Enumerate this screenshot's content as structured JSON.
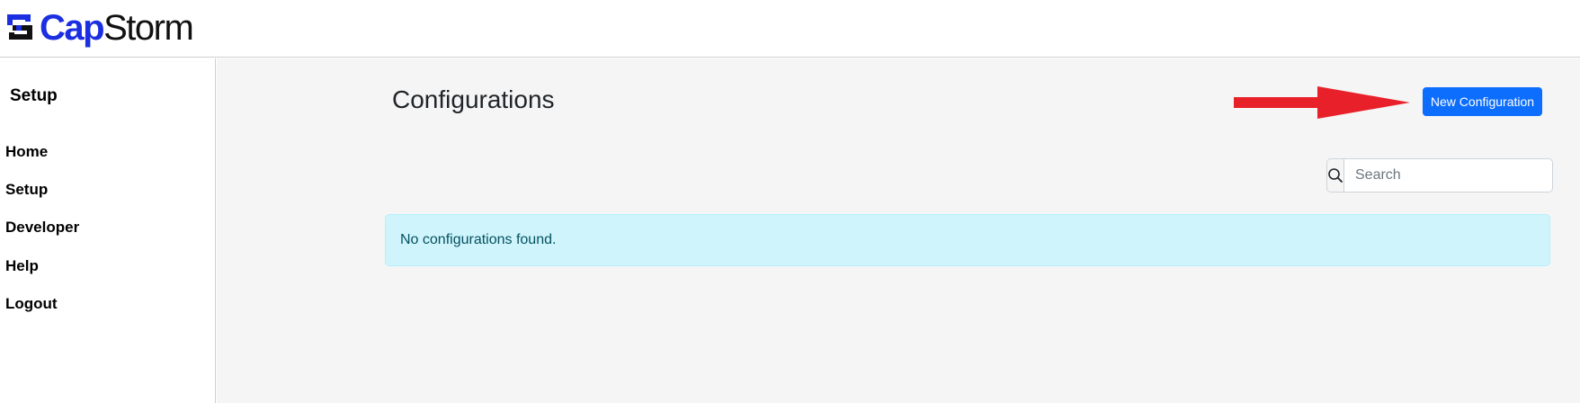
{
  "header": {
    "logo": {
      "icon": "capstorm-logo-mark",
      "text_bold": "Cap",
      "text_regular": "Storm",
      "brand_color": "#1b2fe0"
    }
  },
  "sidebar": {
    "title": "Setup",
    "items": [
      {
        "label": "Home"
      },
      {
        "label": "Setup"
      },
      {
        "label": "Developer"
      },
      {
        "label": "Help"
      },
      {
        "label": "Logout"
      }
    ]
  },
  "main": {
    "title": "Configurations",
    "new_button_label": "New Configuration",
    "annotation_arrow": {
      "icon": "red-arrow-right",
      "color": "#e8202a"
    },
    "search": {
      "icon": "search-icon",
      "placeholder": "Search",
      "value": ""
    },
    "empty_message": "No configurations found."
  },
  "colors": {
    "primary": "#0d6efd",
    "info_bg": "#cff4fc",
    "info_text": "#055160",
    "content_bg": "#f5f5f5"
  }
}
